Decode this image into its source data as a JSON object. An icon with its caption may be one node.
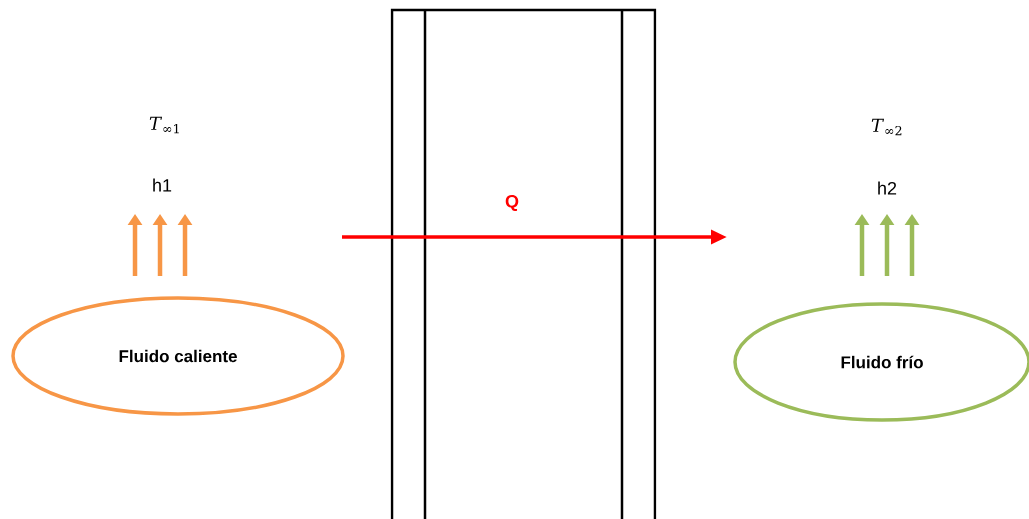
{
  "diagram": {
    "nodes": [
      {
        "text": [
          "Fluido caliente"
        ]
      },
      {
        "text": [
          "Fluido frío"
        ]
      }
    ],
    "labels": [
      "*T*$_{∞1}$",
      "h1",
      "Q",
      "*T*$_{∞2}$",
      "h2"
    ]
  }
}
